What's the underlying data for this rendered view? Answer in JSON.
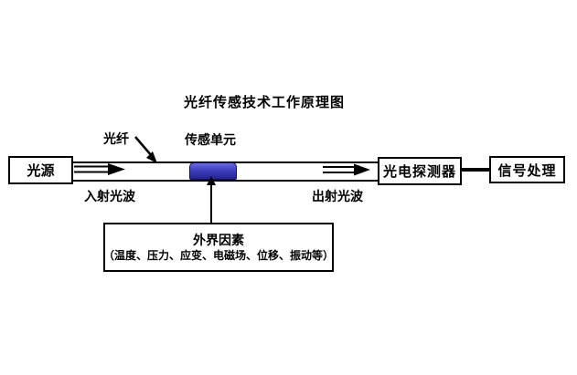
{
  "title": "光纤传感技术工作原理图",
  "accent_color": "#3a3ac0",
  "nodes": {
    "light_source": "光源",
    "detector": "光电探测器",
    "signal_processing": "信号处理"
  },
  "labels": {
    "fiber": "光纤",
    "sensing_unit": "传感单元",
    "incident_wave": "入射光波",
    "output_wave": "出射光波"
  },
  "external_factors": {
    "title": "外界因素",
    "detail": "（温度、压力、应变、电磁场、位移、振动等）"
  }
}
